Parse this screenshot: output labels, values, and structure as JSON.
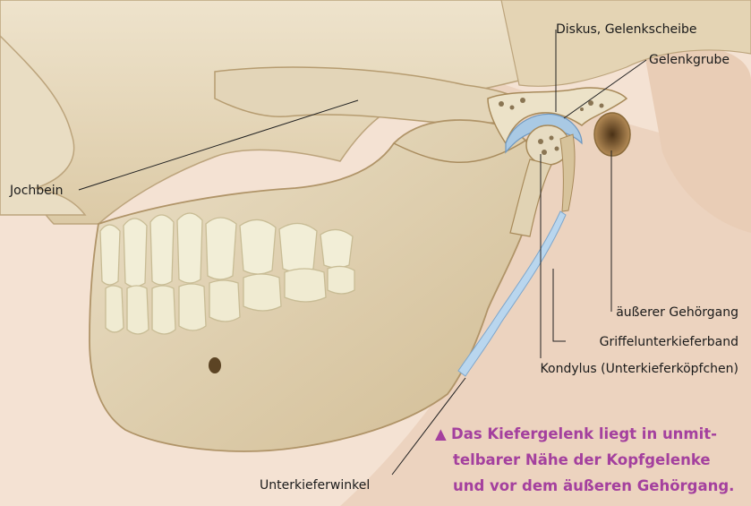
{
  "labels": {
    "diskus": "Diskus, Gelenkscheibe",
    "gelenkgrube": "Gelenkgrube",
    "jochbein": "Jochbein",
    "gehoergang": "äußerer Gehörgang",
    "griffel": "Griffelunterkieferband",
    "kondylus": "Kondylus (Unterkieferköpfchen)",
    "winkel": "Unterkieferwinkel"
  },
  "caption": {
    "marker": "▲",
    "line1": "Das Kiefergelenk liegt in unmit-",
    "line2": "telbarer Nähe der Kopfgelenke",
    "line3": "und vor dem äußeren Gehörgang."
  },
  "colors": {
    "skin": "#f4e2d3",
    "bone": "#e8dcc4",
    "bone_shadow": "#c9b591",
    "teeth": "#f2eed7",
    "cartilage": "#a9c9e4",
    "caption": "#a4409e"
  }
}
